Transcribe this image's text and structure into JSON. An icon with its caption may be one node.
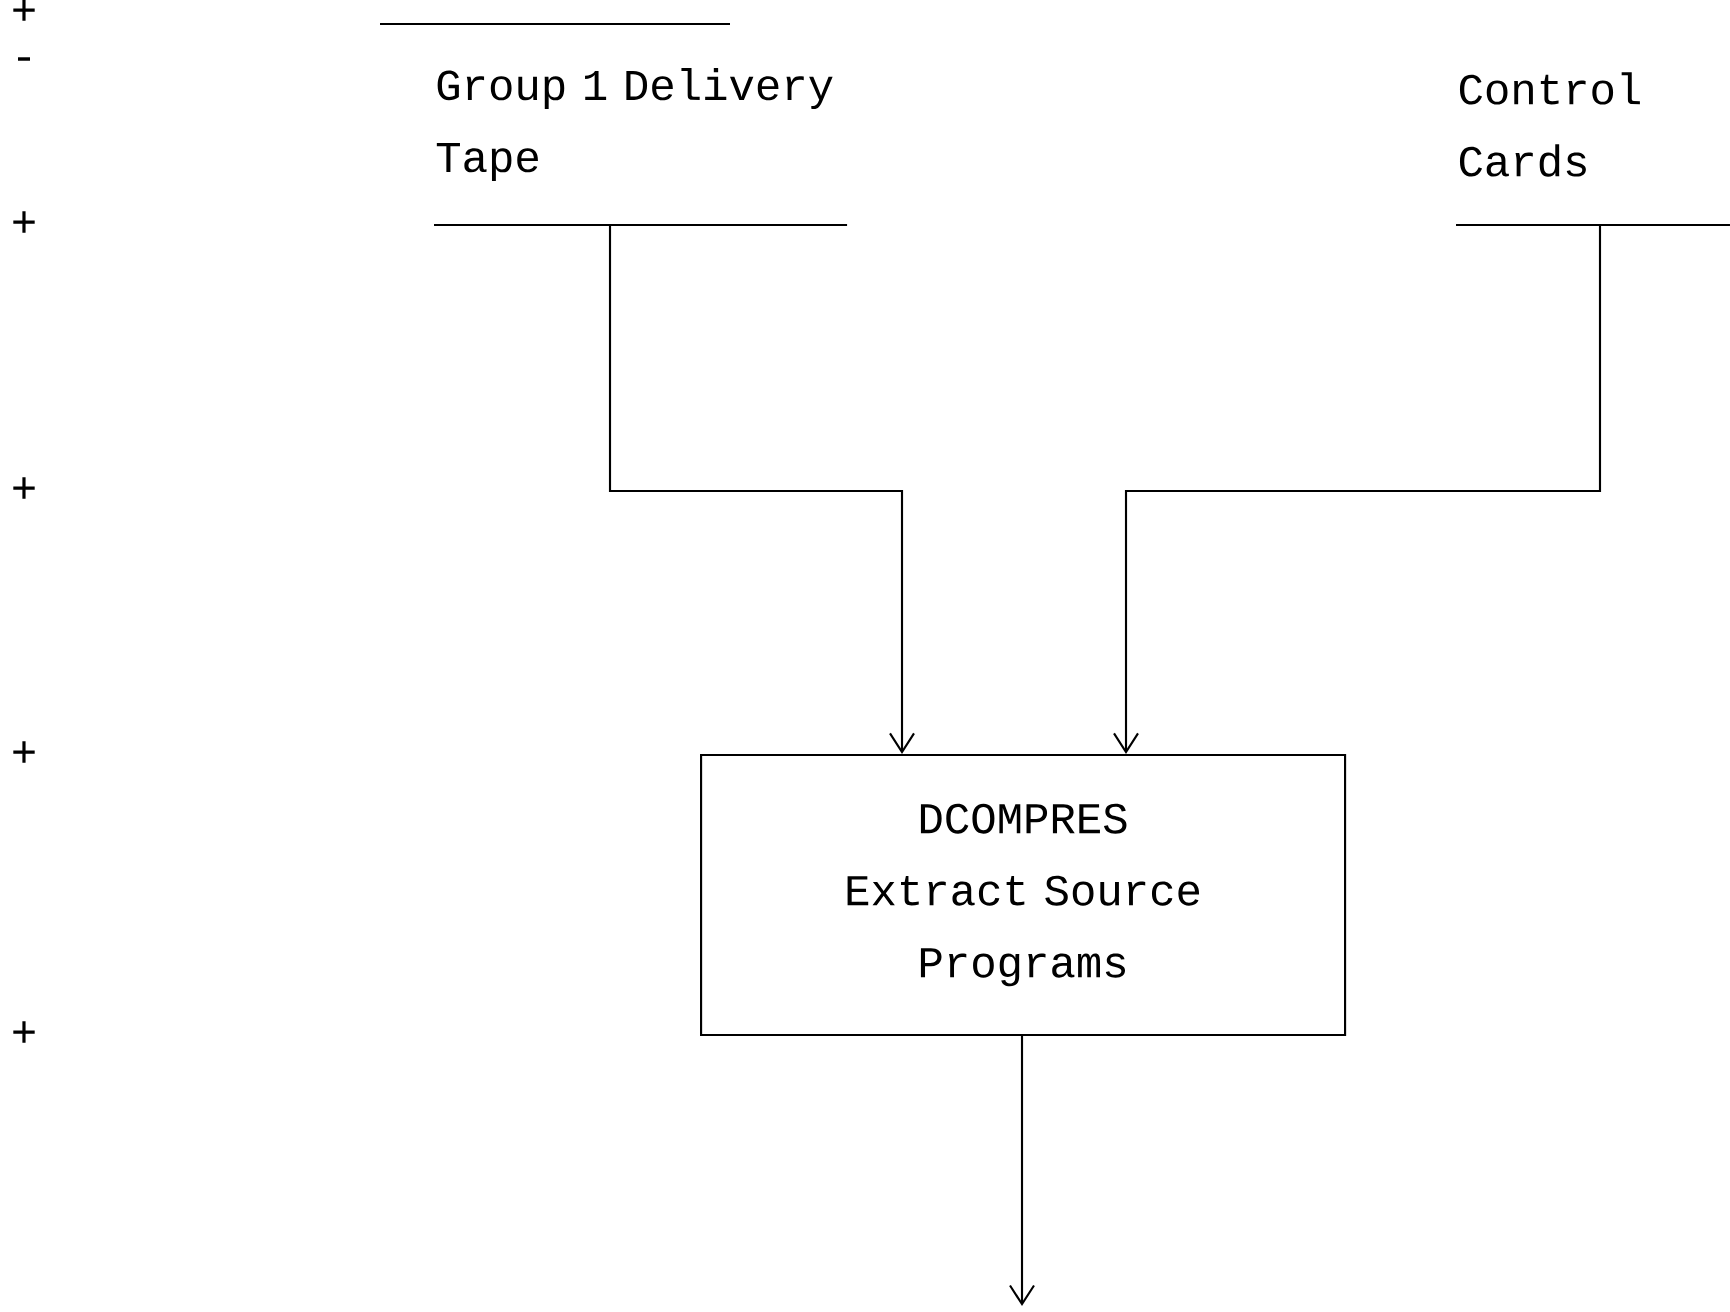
{
  "diagram": {
    "nodes": [
      {
        "text": [
          "Group 1 Delivery Tape"
        ]
      },
      {
        "text": [
          "Control Cards"
        ]
      },
      {
        "text": [
          "DCOMPRES Extract Source Programs"
        ]
      }
    ],
    "edges": [
      {
        "from": 0,
        "to": 2,
        "arrow": "to"
      },
      {
        "from": 1,
        "to": 2,
        "arrow": "to"
      },
      {
        "from": 2,
        "to": null,
        "arrow": "to"
      }
    ],
    "labels": [
      "+",
      "-",
      "+",
      "+",
      "+",
      "+"
    ]
  }
}
